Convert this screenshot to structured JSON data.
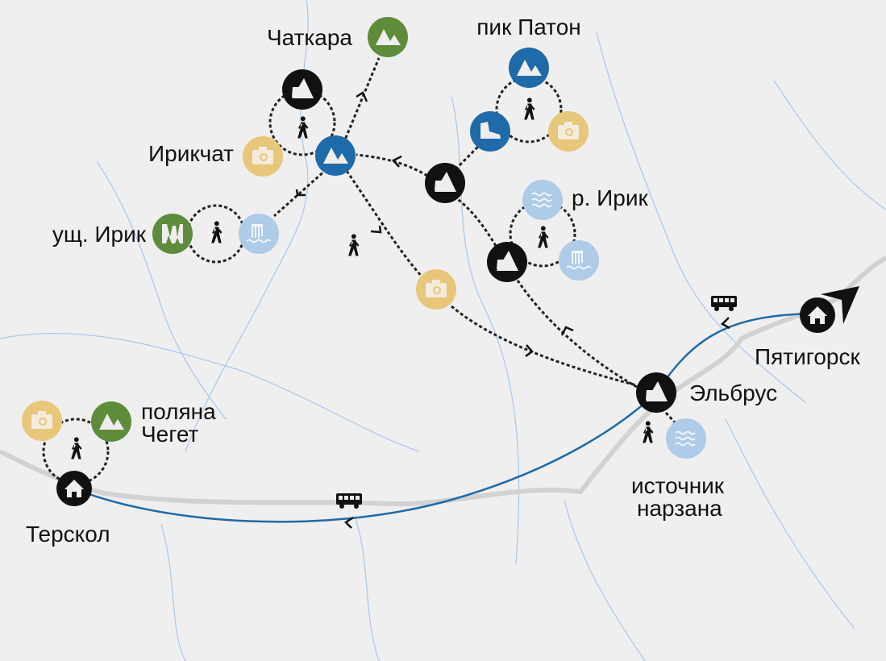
{
  "colors": {
    "background": "#efefef",
    "peak_green": "#5e8c3a",
    "blue": "#1f6aa8",
    "camera_yellow": "#e8c67a",
    "water_light_blue": "#aecbe8",
    "camp_black": "#111111",
    "route_blue": "#1f6aa8"
  },
  "places": {
    "chatkara": "Чаткара",
    "pik_paton": "пик Патон",
    "irikchat": "Ирикчат",
    "irik_gorge": "ущ. Ирик",
    "irik_river": "р. Ирик",
    "cheget_1": "поляна",
    "cheget_2": "Чегет",
    "terskol": "Терскол",
    "elbrus": "Эльбрус",
    "pyatigorsk": "Пятигорск",
    "narzan_1": "источник",
    "narzan_2": "нарзана"
  },
  "legend_icons": [
    "tent-icon",
    "mountain-icon",
    "camera-icon",
    "hiker-icon",
    "waterfall-icon",
    "water-icon",
    "boot-icon",
    "canyon-icon",
    "home-icon",
    "bus-icon",
    "north-arrow-icon"
  ]
}
